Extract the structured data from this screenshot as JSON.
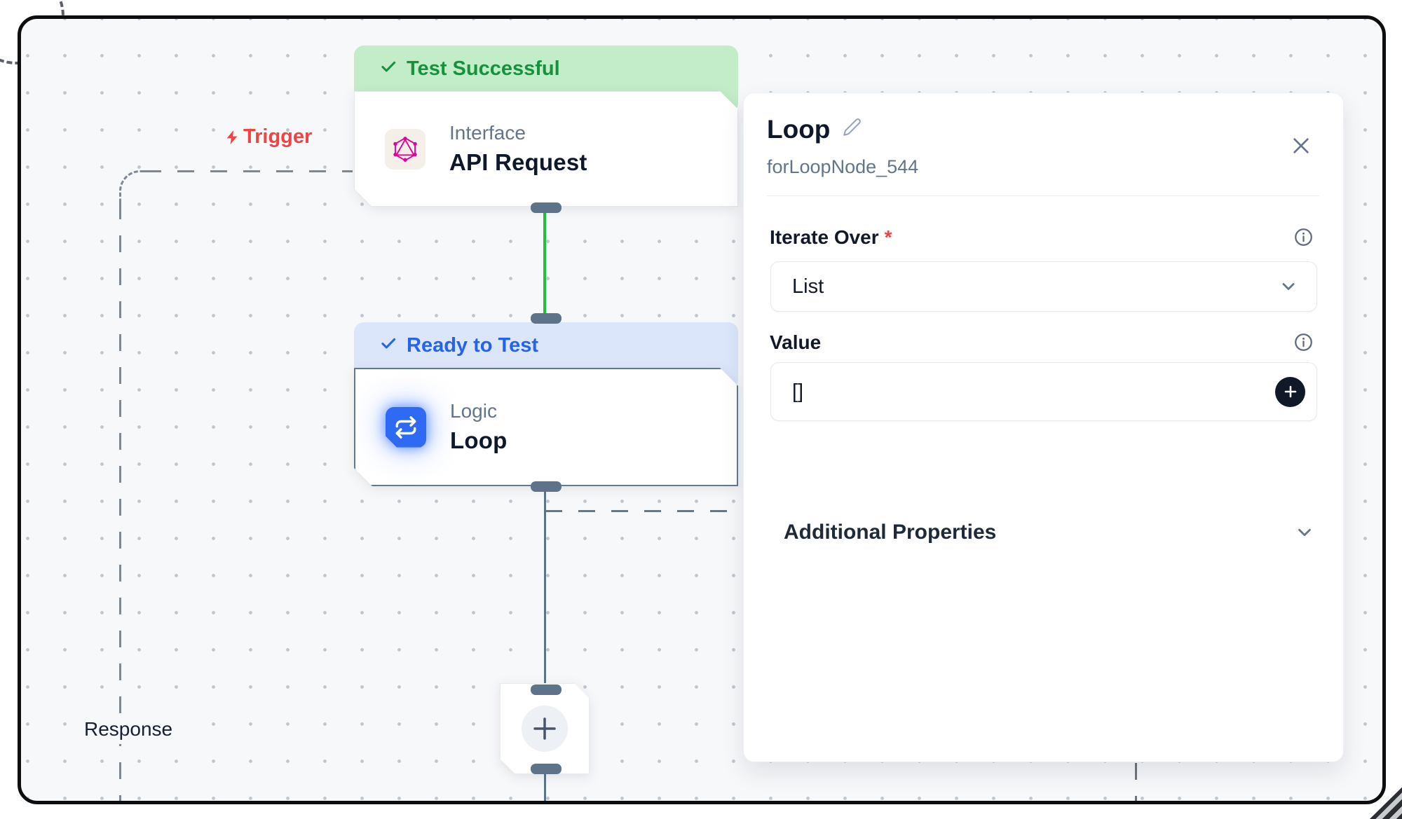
{
  "edge_labels": {
    "trigger": "Trigger",
    "response": "Response"
  },
  "api_node": {
    "status": "Test Successful",
    "category": "Interface",
    "title": "API Request"
  },
  "loop_node": {
    "status": "Ready to Test",
    "category": "Logic",
    "title": "Loop"
  },
  "panel": {
    "title": "Loop",
    "node_id": "forLoopNode_544",
    "iterate_over_label": "Iterate Over",
    "required_marker": "*",
    "iterate_over_value": "List",
    "value_label": "Value",
    "value_content": "[]",
    "additional_properties_label": "Additional Properties"
  },
  "icons": {
    "status_check": "check-icon",
    "trigger": "lightning-bolt-icon",
    "api_node": "graphql-icon",
    "loop_node": "repeat-loop-icon",
    "panel_edit": "pencil-icon",
    "panel_close": "close-icon",
    "field_help": "info-icon",
    "dropdown": "chevron-down-icon",
    "add_value": "plus-icon",
    "add_node": "plus-icon"
  },
  "colors": {
    "canvas_bg": "#f7f8fa",
    "success_bg": "#c3edc9",
    "success_text": "#17913e",
    "ready_bg": "#dbe6fa",
    "ready_text": "#2563eb",
    "trigger_red": "#ef4444",
    "graphql_pink": "#e10098",
    "loop_blue": "#2e6af3",
    "edge_green": "#22c03c",
    "edge_slate": "#5d7389",
    "dash_gray": "#7e8893",
    "muted_text": "#64748b",
    "title_text": "#0f172a",
    "plus_btn_bg": "#111827"
  }
}
